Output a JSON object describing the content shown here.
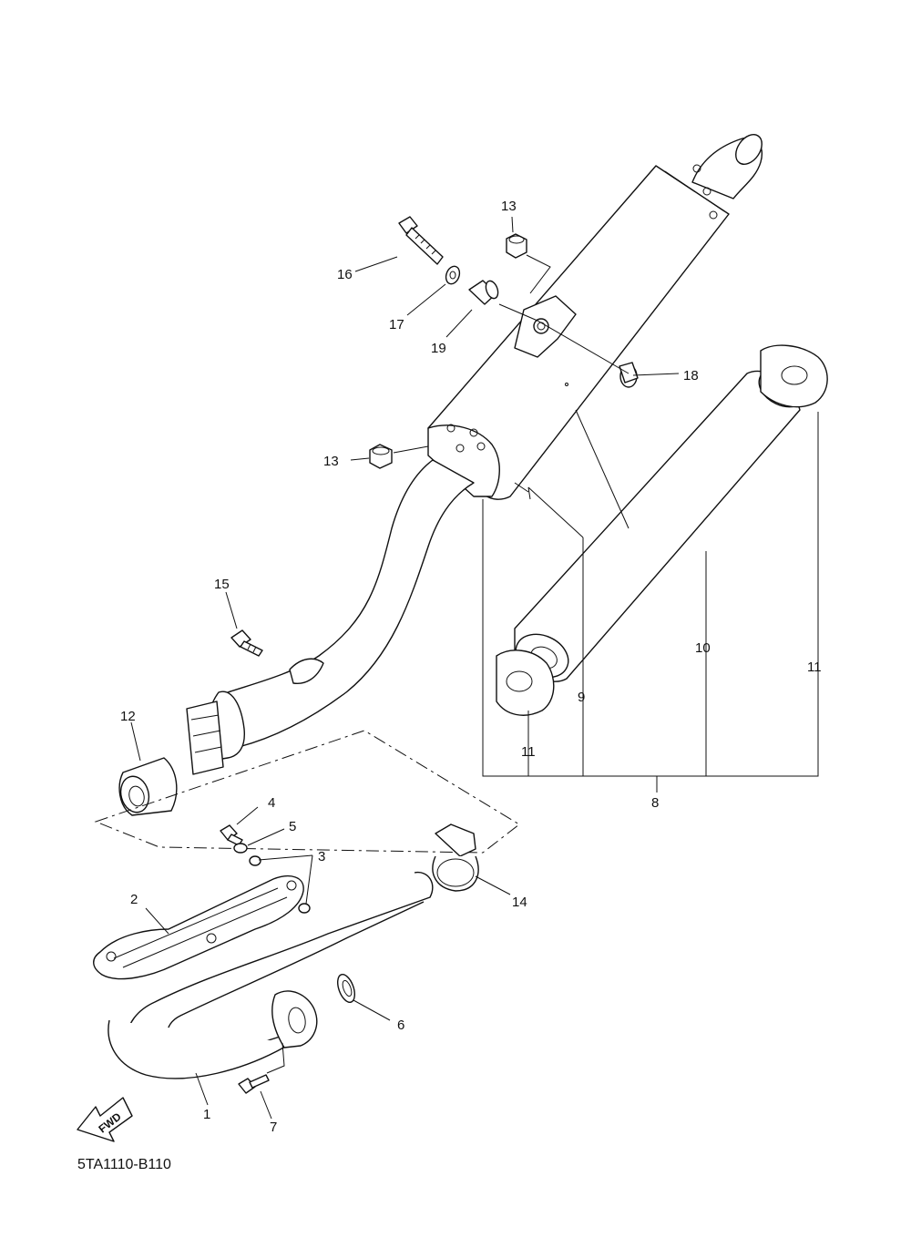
{
  "diagram": {
    "code": "5TA1110-B110",
    "direction_label": "FWD",
    "callouts": [
      "1",
      "2",
      "3",
      "4",
      "5",
      "6",
      "7",
      "8",
      "9",
      "10",
      "11",
      "11",
      "12",
      "13",
      "13",
      "14",
      "15",
      "16",
      "17",
      "18",
      "19"
    ]
  }
}
